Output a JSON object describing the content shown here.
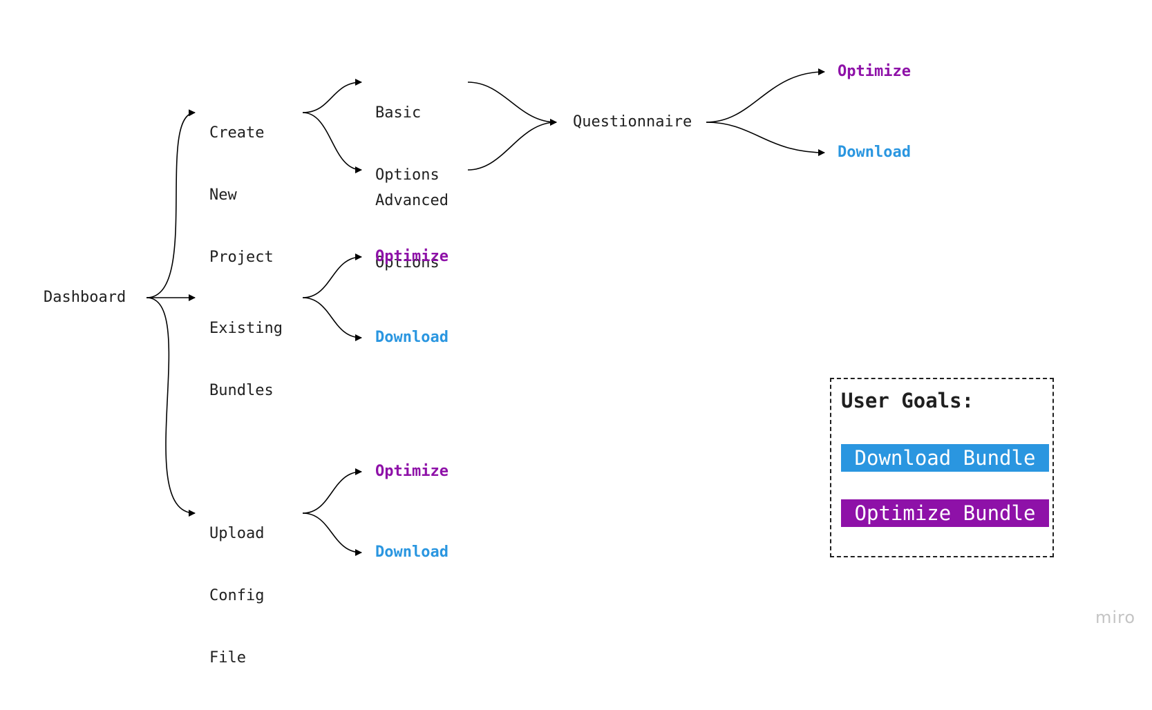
{
  "nodes": {
    "dashboard": "Dashboard",
    "create_new_project": [
      "Create",
      "New",
      "Project"
    ],
    "existing_bundles": [
      "Existing",
      "Bundles"
    ],
    "upload_config_file": [
      "Upload",
      "Config",
      "File"
    ],
    "basic_options": [
      "Basic",
      "Options"
    ],
    "advanced_options": [
      "Advanced",
      "Options"
    ],
    "questionnaire": "Questionnaire"
  },
  "goals": {
    "optimize": "Optimize",
    "download": "Download"
  },
  "legend": {
    "title": "User Goals:",
    "download_bundle": "Download Bundle",
    "optimize_bundle": "Optimize Bundle"
  },
  "colors": {
    "optimize": "#8e11a8",
    "download": "#2a96e0",
    "line": "#000000",
    "text": "#1f1f1f"
  },
  "watermark": "miro"
}
